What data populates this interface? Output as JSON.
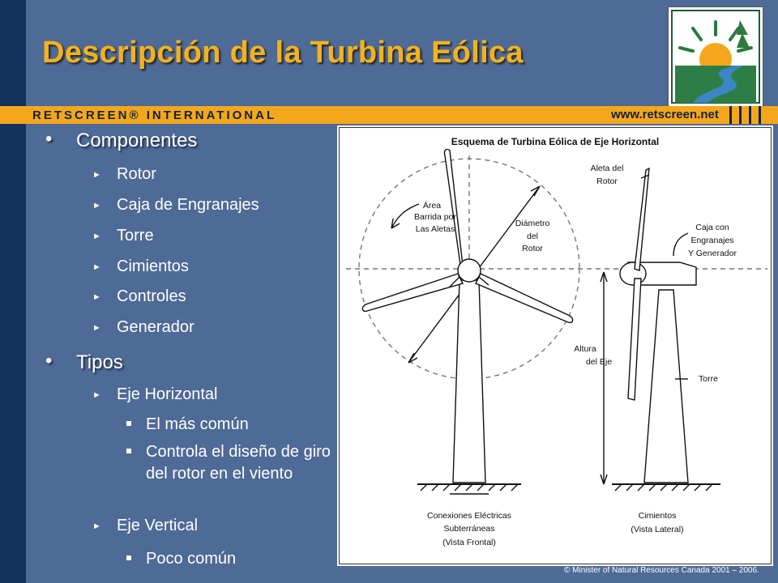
{
  "slide": {
    "title": "Descripción de la Turbina Eólica",
    "brand_left": "RETSCREEN® INTERNATIONAL",
    "brand_right": "www.retscreen.net",
    "copyright": "© Minister of Natural Resources Canada 2001 – 2006.",
    "colors": {
      "background": "#4e6a96",
      "left_bar": "#13325c",
      "title": "#f3b21d",
      "band": "#f5a71c"
    }
  },
  "bullets": {
    "componentes": {
      "label": "Componentes",
      "items": [
        "Rotor",
        "Caja de Engranajes",
        "Torre",
        "Cimientos",
        "Controles",
        "Generador"
      ]
    },
    "tipos": {
      "label": "Tipos",
      "horizontal": {
        "label": "Eje Horizontal",
        "sub": [
          "El más común",
          "Controla el diseño de giro del rotor en el viento"
        ]
      },
      "vertical": {
        "label": "Eje Vertical",
        "sub": [
          "Poco común"
        ]
      }
    }
  },
  "diagram": {
    "title": "Esquema de Turbina Eólica de Eje Horizontal",
    "labels": {
      "area_1": "Área",
      "area_2": "Barrida por",
      "area_3": "Las Aletas",
      "diam_1": "Diámetro",
      "diam_2": "del",
      "diam_3": "Rotor",
      "aleta_1": "Aleta del",
      "aleta_2": "Rotor",
      "caja_1": "Caja con",
      "caja_2": "Engranajes",
      "caja_3": "Y Generador",
      "altura_1": "Altura",
      "altura_2": "del Eje",
      "torre": "Torre",
      "conex_1": "Conexiones Eléctricas",
      "conex_2": "Subterráneas",
      "conex_3": "(Vista Frontal)",
      "cim_1": "Cimientos",
      "cim_2": "(Vista Lateral)"
    }
  }
}
